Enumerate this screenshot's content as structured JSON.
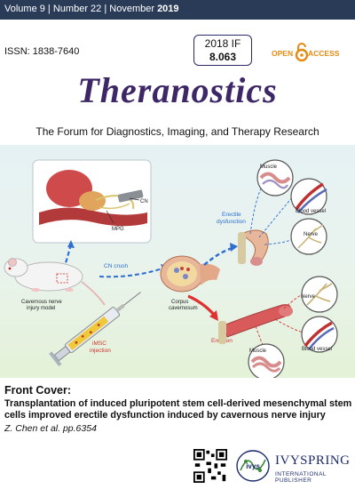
{
  "issue": {
    "volume": "Volume 9",
    "sep1": " | ",
    "number": "Number 22",
    "sep2": " | ",
    "month": "November ",
    "year": "2019"
  },
  "issn": "ISSN: 1838-7640",
  "impact_factor": {
    "label": "2018 IF",
    "value": "8.063"
  },
  "open_access": {
    "left": "OPEN",
    "right": "ACCESS"
  },
  "journal_title": "Theranostics",
  "tagline": "The Forum for Diagnostics, Imaging, and Therapy Research",
  "illustration": {
    "labels": {
      "cn": "CN",
      "mpg": "MPG",
      "cn_crush": "CN crush",
      "erectile_line1": "Erectile",
      "erectile_line2": "dysfunction",
      "muscle_top": "Muscle",
      "blood_vessel_top": "Blood vessel",
      "nerve_top": "Nerve",
      "model_line1": "Cavernous nerve",
      "model_line2": "injury model",
      "corpus_line1": "Corpus",
      "corpus_line2": "cavernosum",
      "imsc_line1": "iMSC",
      "imsc_line2": "injection",
      "erection": "Erection",
      "nerve_bottom": "Nerve",
      "blood_vessel_bottom": "Blood vessel",
      "muscle_bottom": "Muscle"
    }
  },
  "caption": {
    "heading": "Front Cover:",
    "title": "Transplantation of induced pluripotent stem cell-derived mesenchymal stem cells improved erectile dysfunction induced by cavernous nerve injury",
    "author": "Z. Chen et al. pp.6354"
  },
  "publisher": {
    "name": "IVYSPRING",
    "sub": "INTERNATIONAL PUBLISHER",
    "seal_text": "ivys"
  },
  "colors": {
    "header_bar": "#2a3b58",
    "title": "#3d2766",
    "open_access": "#e38b12",
    "top_arrow": "#2f6fd1",
    "bottom_arrow": "#e03030",
    "publisher": "#1d2c6b"
  }
}
